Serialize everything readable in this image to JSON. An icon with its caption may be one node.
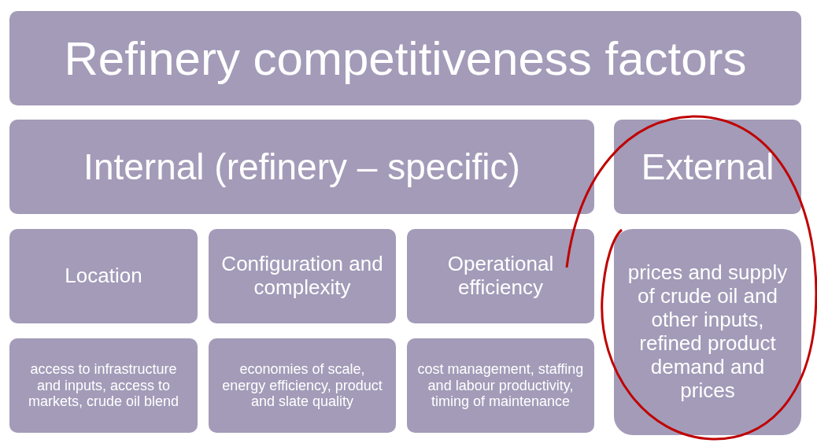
{
  "diagram": {
    "nodes": [
      {
        "text": [
          "Refinery competitiveness factors"
        ]
      },
      {
        "text": [
          "Internal (refinery – specific)"
        ]
      },
      {
        "text": [
          "External"
        ]
      },
      {
        "text": [
          "Location"
        ]
      },
      {
        "text": [
          "Configuration and complexity"
        ]
      },
      {
        "text": [
          "Operational efficiency"
        ]
      },
      {
        "text": [
          "prices and supply of crude oil and other inputs, refined product demand and prices"
        ]
      },
      {
        "text": [
          "access to infrastructure and inputs, access to markets, crude oil blend"
        ]
      },
      {
        "text": [
          "economies of scale, energy efficiency, product and slate quality"
        ]
      },
      {
        "text": [
          "cost management, staffing and labour productivity, timing of maintenance"
        ]
      }
    ],
    "edges": []
  }
}
